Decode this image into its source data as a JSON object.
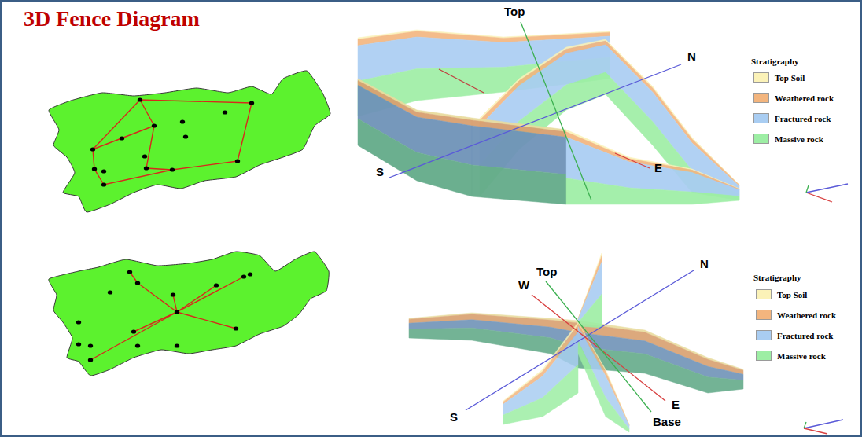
{
  "diagram": {
    "title": "3D Fence Diagram",
    "labels": [
      "Top",
      "N",
      "S",
      "E",
      "Stratigraphy",
      "W",
      "Top",
      "N",
      "S",
      "E",
      "Base",
      "Stratigraphy"
    ],
    "legend": [
      {
        "text": "Top Soil",
        "color": "#fbf2b8"
      },
      {
        "text": "Weathered rock",
        "color": "#f3b57e"
      },
      {
        "text": "Fractured rock",
        "color": "#a9cdf2"
      },
      {
        "text": "Massive rock",
        "color": "#9deea4"
      },
      {
        "text": "Top Soil",
        "color": "#fbf2b8"
      },
      {
        "text": "Weathered rock",
        "color": "#f3b57e"
      },
      {
        "text": "Fractured rock",
        "color": "#a9cdf2"
      },
      {
        "text": "Massive rock",
        "color": "#9deea4"
      }
    ]
  }
}
